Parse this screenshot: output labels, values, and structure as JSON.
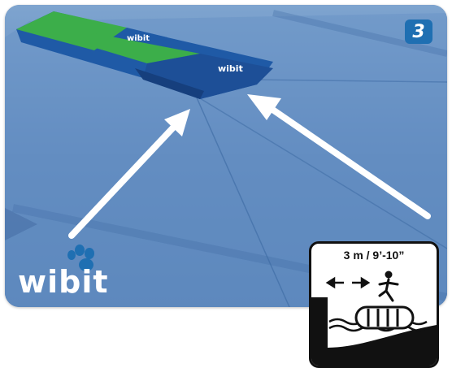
{
  "step": {
    "number": "3",
    "color": "#1f6fb2"
  },
  "brand": {
    "name": "wibit",
    "logo_color": "#1f6fb2"
  },
  "pictogram": {
    "label": "3 m / 9’-10”",
    "icons": [
      "arrow-left-icon",
      "arrow-right-icon",
      "person-jumping-icon",
      "inflatable-tube-icon",
      "water-waves-icon",
      "platform-edge-icon"
    ]
  },
  "scene": {
    "water_color": "#5a84b8",
    "inflatable_colors": {
      "green": "#3cae4a",
      "blue": "#1f5aa6"
    },
    "arrows": [
      "arrow-pointer-left",
      "arrow-pointer-right"
    ]
  }
}
